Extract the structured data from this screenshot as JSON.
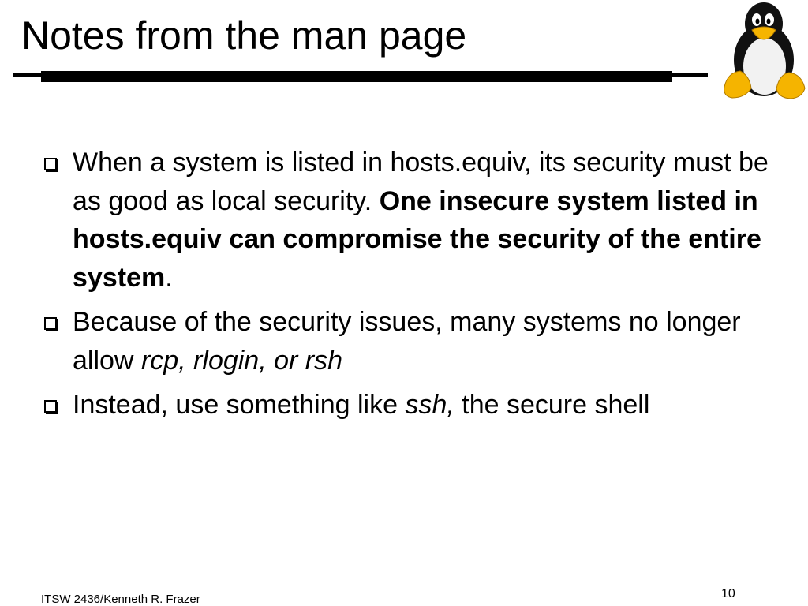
{
  "slide": {
    "title": "Notes from the man page",
    "bullets": [
      {
        "segments": [
          "When a system is listed in hosts.equiv, its security must be as  good  as  local security.  ",
          "One insecure system listed in hosts.equiv can compromise the security of the  entire system",
          "."
        ]
      },
      {
        "segments": [
          "Because of the security issues, many systems no longer allow ",
          "rcp, rlogin, or rsh"
        ]
      },
      {
        "segments": [
          "Instead, use something like ",
          "ssh,",
          " the secure shell"
        ]
      }
    ]
  },
  "footer": {
    "author": "ITSW 2436/Kenneth R. Frazer",
    "page_number": "10"
  },
  "logo": {
    "icon": "tux-penguin-icon"
  },
  "colors": {
    "text": "#000000",
    "background": "#ffffff",
    "penguin_beak_feet": "#f5b400"
  }
}
